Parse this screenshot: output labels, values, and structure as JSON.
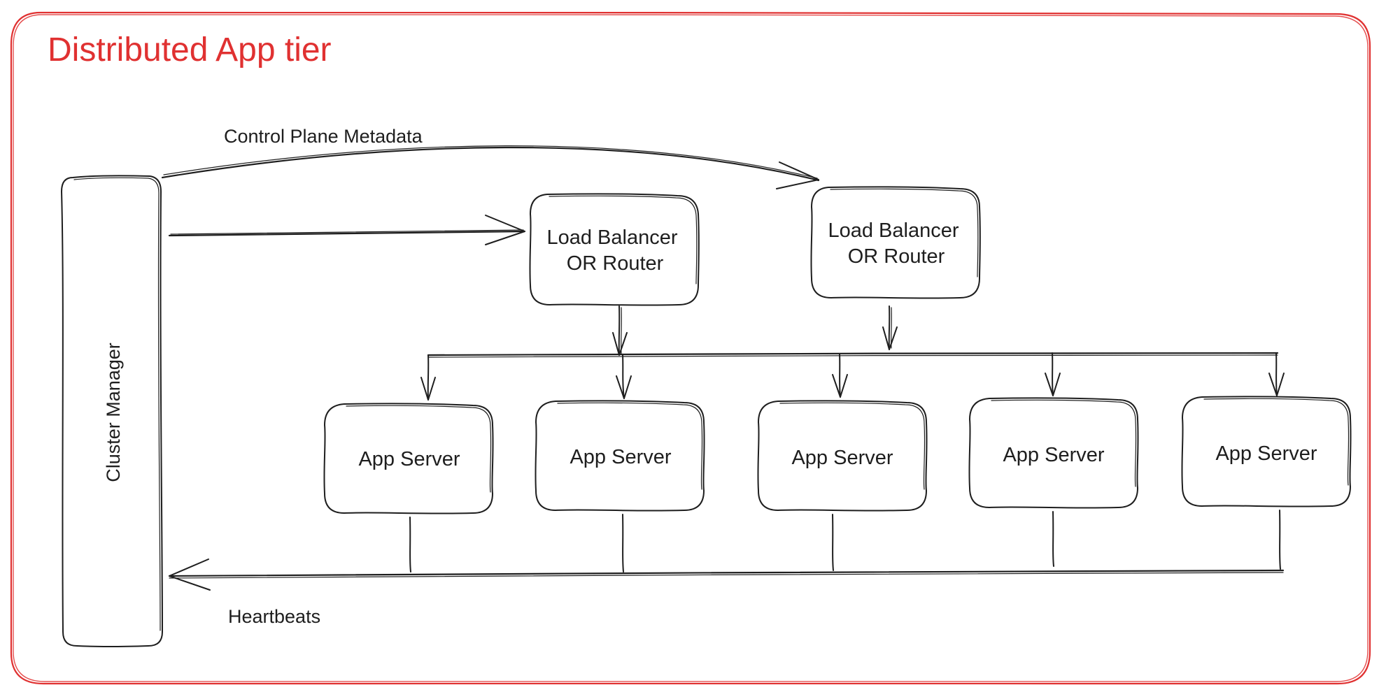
{
  "title": "Distributed App tier",
  "colors": {
    "frame": "#e03131",
    "stroke": "#1e1e1e",
    "background": "#ffffff"
  },
  "nodes": {
    "cluster_manager": "Cluster Manager",
    "load_balancers": [
      {
        "line1": "Load Balancer",
        "line2": "OR Router"
      },
      {
        "line1": "Load Balancer",
        "line2": "OR Router"
      }
    ],
    "app_servers": [
      "App Server",
      "App Server",
      "App Server",
      "App Server",
      "App Server"
    ]
  },
  "edges": {
    "control_plane": "Control Plane Metadata",
    "heartbeats": "Heartbeats"
  }
}
